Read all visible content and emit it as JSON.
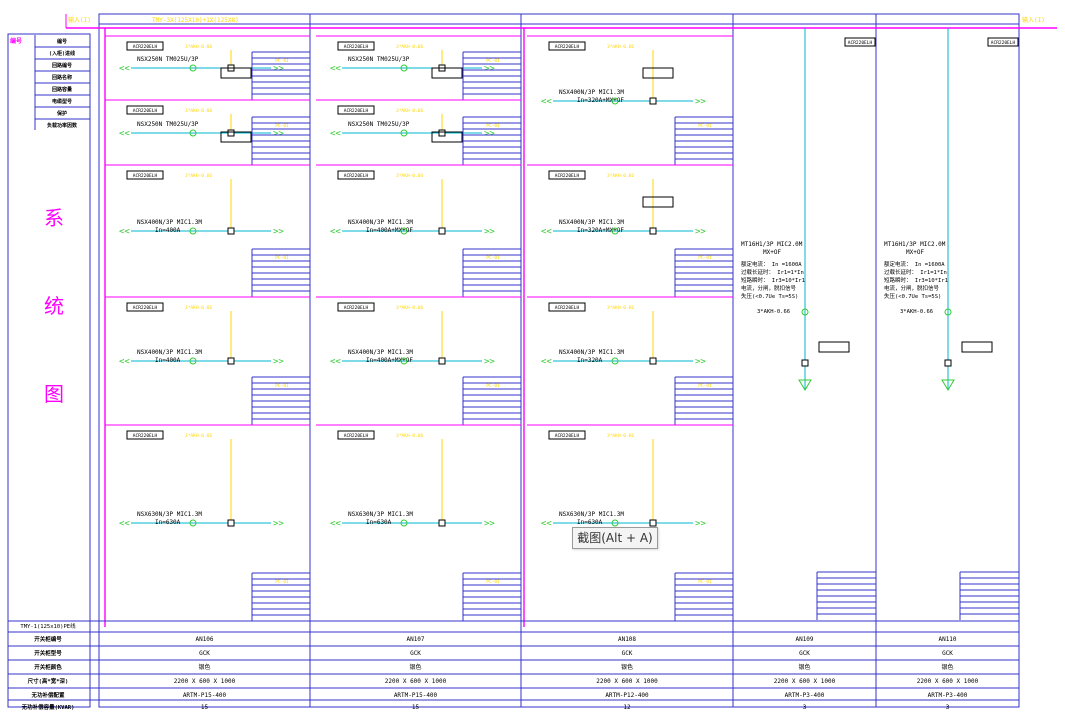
{
  "colors": {
    "frame": "#3333cc",
    "magenta": "#ff00ff",
    "yellow": "#ffd700",
    "green": "#33cc33",
    "cyan": "#00b7d0",
    "text": "#000000"
  },
  "title_bar": {
    "left_tag": "输入(I)",
    "bus_label": "TMY-3X(125X10)+1X(125X8)",
    "right_tag": "输入(I)"
  },
  "drawing_title": {
    "chars": [
      "系",
      "统",
      "图"
    ]
  },
  "legend_rows": [
    "编号",
    "(入柜)进线",
    "回路编号",
    "回路名称",
    "回路容量",
    "电缆型号",
    "保护",
    "负载功率因数"
  ],
  "bottom_table": {
    "bus_label": "TMY-1(125x10)PE线",
    "row_labels": [
      "开关柜编号",
      "开关柜型号",
      "开关柜颜色",
      "尺寸(高*宽*深)",
      "无功补偿配置",
      "无功补偿容量(KVAR)"
    ],
    "columns": [
      {
        "id": "AN106",
        "model": "GCK",
        "color": "银色",
        "size": "2200 X 600 X 1000",
        "pf": "ARTM-P15-400",
        "count": "15"
      },
      {
        "id": "AN107",
        "model": "GCK",
        "color": "银色",
        "size": "2200 X 600 X 1000",
        "pf": "ARTM-P15-400",
        "count": "15"
      },
      {
        "id": "AN108",
        "model": "GCK",
        "color": "银色",
        "size": "2200 X 600 X 1000",
        "pf": "ARTM-P12-400",
        "count": "12"
      },
      {
        "id": "AN109",
        "model": "GCK",
        "color": "银色",
        "size": "2200 X 600 X 1000",
        "pf": "ARTM-P3-400",
        "count": "3"
      },
      {
        "id": "AN110",
        "model": "GCK",
        "color": "银色",
        "size": "2200 X 600 X 1000",
        "pf": "ARTM-P3-400",
        "count": "3"
      }
    ]
  },
  "panels": [
    {
      "col": 0,
      "tag": "ACR220ELH",
      "rows": [
        {
          "breaker": "NSX250N TM025U/3P",
          "current": ""
        },
        {
          "breaker": "NSX250N TM025U/3P",
          "current": ""
        },
        {
          "breaker": "NSX400N/3P MIC1.3M",
          "current": "In=400A"
        },
        {
          "breaker": "NSX400N/3P MIC1.3M",
          "current": "In=400A"
        },
        {
          "breaker": "NSX630N/3P MIC1.3M",
          "current": "In=630A"
        }
      ]
    },
    {
      "col": 1,
      "tag": "ACR220ELH",
      "rows": [
        {
          "breaker": "NSX250N TM025U/3P",
          "current": ""
        },
        {
          "breaker": "NSX250N TM025U/3P",
          "current": ""
        },
        {
          "breaker": "NSX400N/3P MIC1.3M",
          "current": "In=400A+MX+OF"
        },
        {
          "breaker": "NSX400N/3P MIC1.3M",
          "current": "In=400A+MX+OF"
        },
        {
          "breaker": "NSX630N/3P MIC1.3M",
          "current": "In=630A"
        }
      ]
    },
    {
      "col": 2,
      "tag": "ACR220ELH",
      "rows": [
        {
          "breaker": "NSX400N/3P MIC1.3M",
          "current": "In=320A+MX+OF"
        },
        {
          "breaker": "NSX400N/3P MIC1.3M",
          "current": "In=320A+MX+OF"
        },
        {
          "breaker": "NSX400N/3P MIC1.3M",
          "current": "In=320A"
        },
        {
          "breaker": "NSX630N/3P MIC1.3M",
          "current": "In=630A"
        }
      ]
    }
  ],
  "capacitor_panels": [
    {
      "tag": "ACR220ELH",
      "breaker": "MT16H1/3P MIC2.0M",
      "breaker2": "MX+OF",
      "l1": "额定电流：  In =1600A",
      "l2": "过载长延时：  Ir1=1*In",
      "l3": "短路瞬时：  Ir3=10*Ir1",
      "l4": "电流，分闸，脱扣信号",
      "l5": "失压(<0.7Ue Ts=5S)",
      "ct": "3*AKH-0.66"
    },
    {
      "tag": "ACR220ELH",
      "breaker": "MT16H1/3P MIC2.0M",
      "breaker2": "MX+OF",
      "l1": "额定电流：  In =1600A",
      "l2": "过载长延时：  Ir1=1*In",
      "l3": "短路瞬时：  Ir3=10*Ir1",
      "l4": "电流，分闸，脱扣信号",
      "l5": "失压(<0.7Ue Ts=5S)",
      "ct": "3*AKH-0.66"
    }
  ],
  "tooltip": "截图(Alt + A)"
}
